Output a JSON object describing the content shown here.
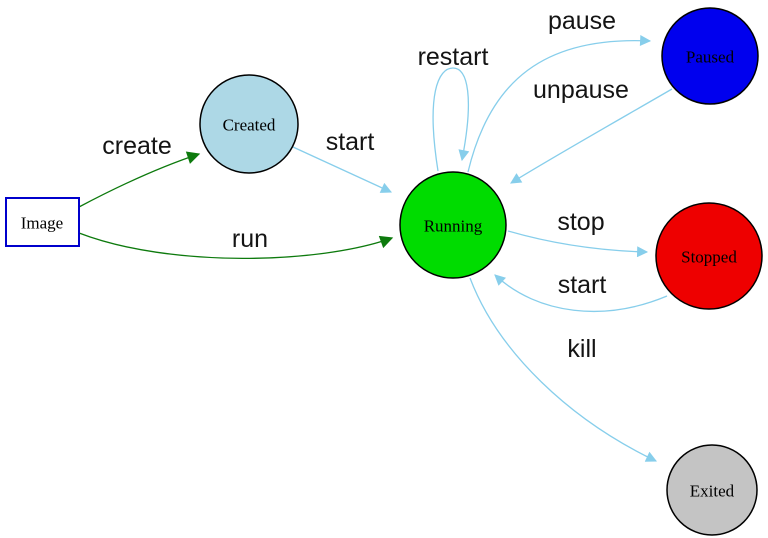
{
  "diagram": {
    "type": "state-diagram",
    "description": "Container lifecycle state diagram"
  },
  "colors": {
    "background": "#ffffff",
    "edge_blue": "#87ceeb",
    "edge_green": "#0d7a0d",
    "node_border": "#000000",
    "image_box_border": "#0000cc"
  },
  "nodes": {
    "image": {
      "label": "Image",
      "fill": "#ffffff",
      "shape": "rectangle"
    },
    "created": {
      "label": "Created",
      "fill": "#add8e6",
      "shape": "circle"
    },
    "running": {
      "label": "Running",
      "fill": "#00dc00",
      "shape": "circle"
    },
    "paused": {
      "label": "Paused",
      "fill": "#0000ee",
      "shape": "circle"
    },
    "stopped": {
      "label": "Stopped",
      "fill": "#ee0000",
      "shape": "circle"
    },
    "exited": {
      "label": "Exited",
      "fill": "#c4c4c4",
      "shape": "circle"
    }
  },
  "edges": {
    "create": {
      "label": "create",
      "from": "image",
      "to": "created",
      "color_key": "edge_green"
    },
    "run": {
      "label": "run",
      "from": "image",
      "to": "running",
      "color_key": "edge_green"
    },
    "start_from_created": {
      "label": "start",
      "from": "created",
      "to": "running",
      "color_key": "edge_blue"
    },
    "restart": {
      "label": "restart",
      "from": "running",
      "to": "running",
      "color_key": "edge_blue"
    },
    "pause": {
      "label": "pause",
      "from": "running",
      "to": "paused",
      "color_key": "edge_blue"
    },
    "unpause": {
      "label": "unpause",
      "from": "paused",
      "to": "running",
      "color_key": "edge_blue"
    },
    "stop": {
      "label": "stop",
      "from": "running",
      "to": "stopped",
      "color_key": "edge_blue"
    },
    "start_from_stopped": {
      "label": "start",
      "from": "stopped",
      "to": "running",
      "color_key": "edge_blue"
    },
    "kill": {
      "label": "kill",
      "from": "running",
      "to": "exited",
      "color_key": "edge_blue"
    }
  }
}
